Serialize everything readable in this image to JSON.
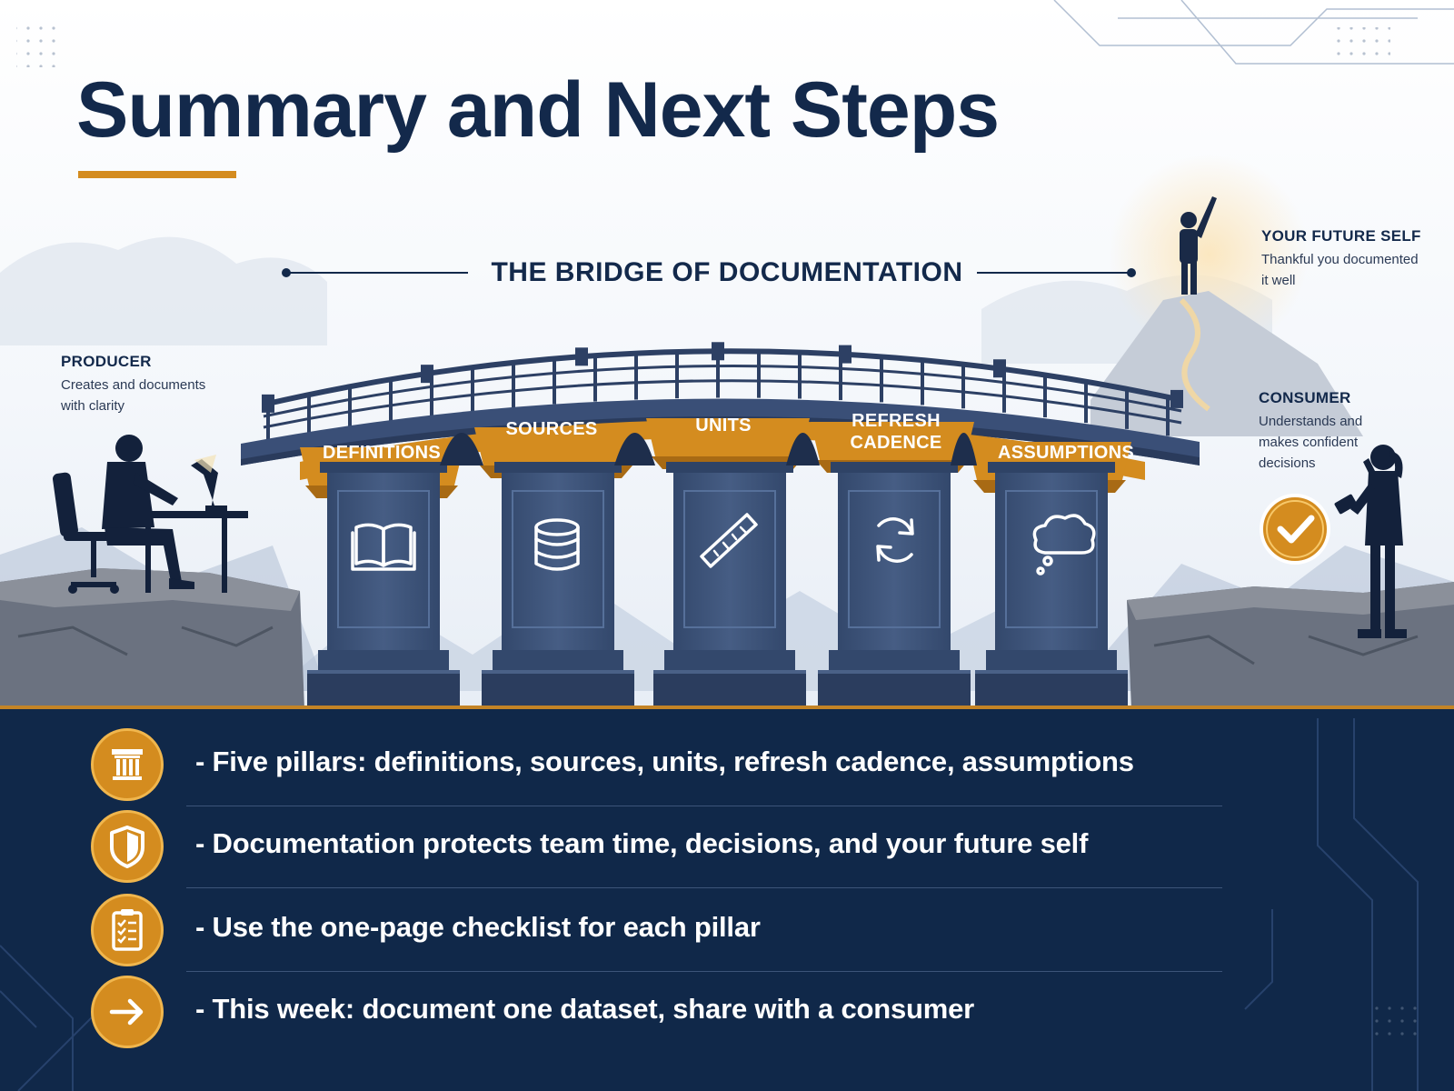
{
  "title": "Summary and Next Steps",
  "bridge_title": "THE BRIDGE OF DOCUMENTATION",
  "producer": {
    "label": "PRODUCER",
    "description_lines": [
      "Creates and documents",
      "with clarity"
    ]
  },
  "future_self": {
    "label": "YOUR FUTURE SELF",
    "description_lines": [
      "Thankful you documented",
      "it well"
    ]
  },
  "consumer": {
    "label": "CONSUMER",
    "description_lines": [
      "Understands and",
      "makes confident",
      "decisions"
    ]
  },
  "pillars": [
    {
      "label_lines": [
        "DEFINITIONS"
      ],
      "icon": "book-icon"
    },
    {
      "label_lines": [
        "SOURCES"
      ],
      "icon": "database-icon"
    },
    {
      "label_lines": [
        "UNITS"
      ],
      "icon": "ruler-icon"
    },
    {
      "label_lines": [
        "REFRESH",
        "CADENCE"
      ],
      "icon": "refresh-icon"
    },
    {
      "label_lines": [
        "ASSUMPTIONS"
      ],
      "icon": "thought-bubble-icon"
    }
  ],
  "bullets": [
    {
      "text": "- Five pillars: definitions, sources, units, refresh cadence, assumptions",
      "icon": "pillar-icon"
    },
    {
      "text": "- Documentation protects team time, decisions, and your future self",
      "icon": "shield-icon"
    },
    {
      "text": "- Use the one-page checklist for each pillar",
      "icon": "checklist-icon"
    },
    {
      "text": "- This week: document one dataset, share with a consumer",
      "icon": "arrow-right-icon"
    }
  ],
  "colors": {
    "navy": "#13294b",
    "accent": "#d48c1f",
    "stone": "#3f5479",
    "panel": "#102849"
  }
}
